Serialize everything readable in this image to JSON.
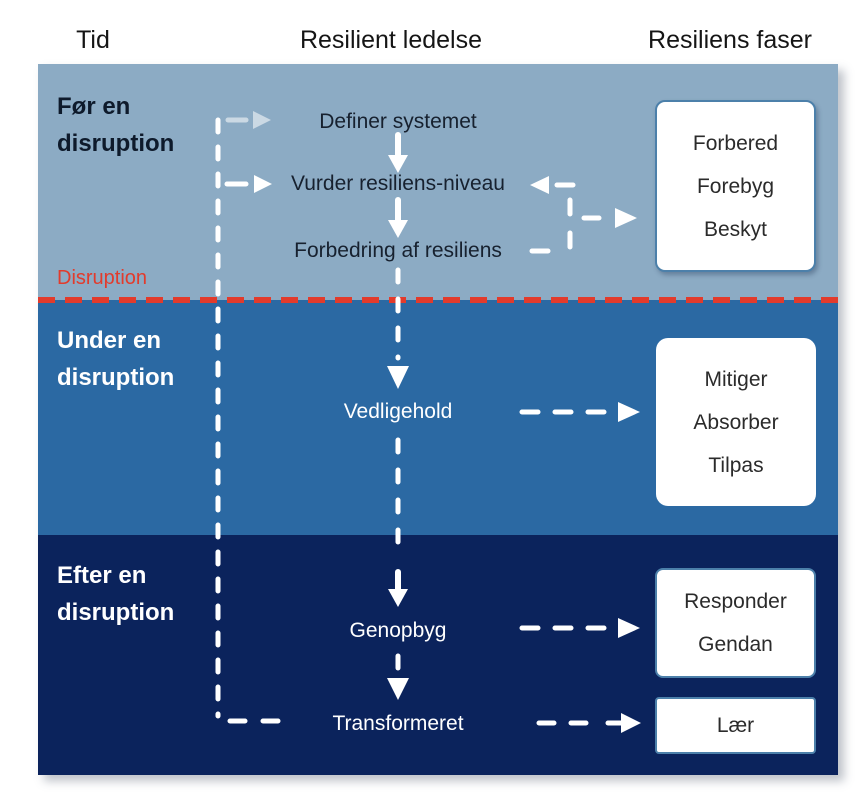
{
  "header": {
    "time": "Tid",
    "management": "Resilient ledelse",
    "phases": "Resiliens faser"
  },
  "disruption": {
    "label": "Disruption"
  },
  "bands": {
    "before": {
      "label": "Før en\ndisruption"
    },
    "during": {
      "label": "Under en\ndisruption"
    },
    "after": {
      "label": "Efter en\ndisruption"
    }
  },
  "steps": {
    "define": "Definer systemet",
    "assess": "Vurder resiliens-niveau",
    "improve": "Forbedring af resiliens",
    "maintain": "Vedligehold",
    "rebuild": "Genopbyg",
    "transformed": "Transformeret"
  },
  "phase_boxes": {
    "before": [
      "Forbered",
      "Forebyg",
      "Beskyt"
    ],
    "during": [
      "Mitiger",
      "Absorber",
      "Tilpas"
    ],
    "after_primary": [
      "Responder",
      "Gendan"
    ],
    "after_learn": [
      "Lær"
    ]
  },
  "colors": {
    "band_before": "#8CABC4",
    "band_during": "#2B69A3",
    "band_after": "#0B235C",
    "disruption_red": "#E23B2C",
    "box_border": "#4C80AA",
    "arrow": "#FFFFFF"
  }
}
